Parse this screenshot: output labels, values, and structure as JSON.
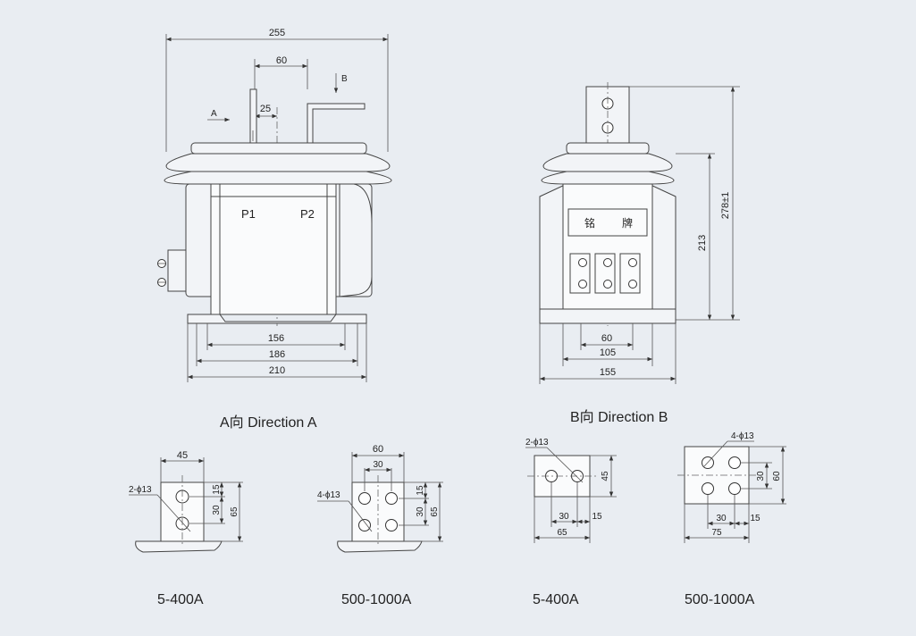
{
  "front_view": {
    "dims": {
      "overall_width": "255",
      "terminal_spacing": "60",
      "offset": "25",
      "mount_inner": "156",
      "mount_outer": "186",
      "base_width": "210"
    },
    "terminals": {
      "p1": "P1",
      "p2": "P2"
    },
    "view_markers": {
      "a": "A",
      "b": "B"
    }
  },
  "side_view": {
    "nameplate": [
      "铭",
      "牌"
    ],
    "dims": {
      "mount_inner": "60",
      "mount_outer": "105",
      "base_width": "155",
      "height_body": "213",
      "height_total": "278±1"
    }
  },
  "captions": {
    "direction_a": "A向 Direction A",
    "direction_b": "B向 Direction B"
  },
  "details": [
    {
      "label": "5-400A",
      "dims": [
        "45",
        "15",
        "30",
        "65"
      ],
      "hole_note": "2-ϕ13"
    },
    {
      "label": "500-1000A",
      "dims": [
        "60",
        "30",
        "15",
        "30",
        "65"
      ],
      "hole_note": "4-ϕ13"
    },
    {
      "label": "5-400A",
      "dims": [
        "45",
        "30",
        "15",
        "65"
      ],
      "hole_note": "2-ϕ13"
    },
    {
      "label": "500-1000A",
      "dims": [
        "30",
        "60",
        "30",
        "15",
        "75"
      ],
      "hole_note": "4-ϕ13"
    }
  ]
}
